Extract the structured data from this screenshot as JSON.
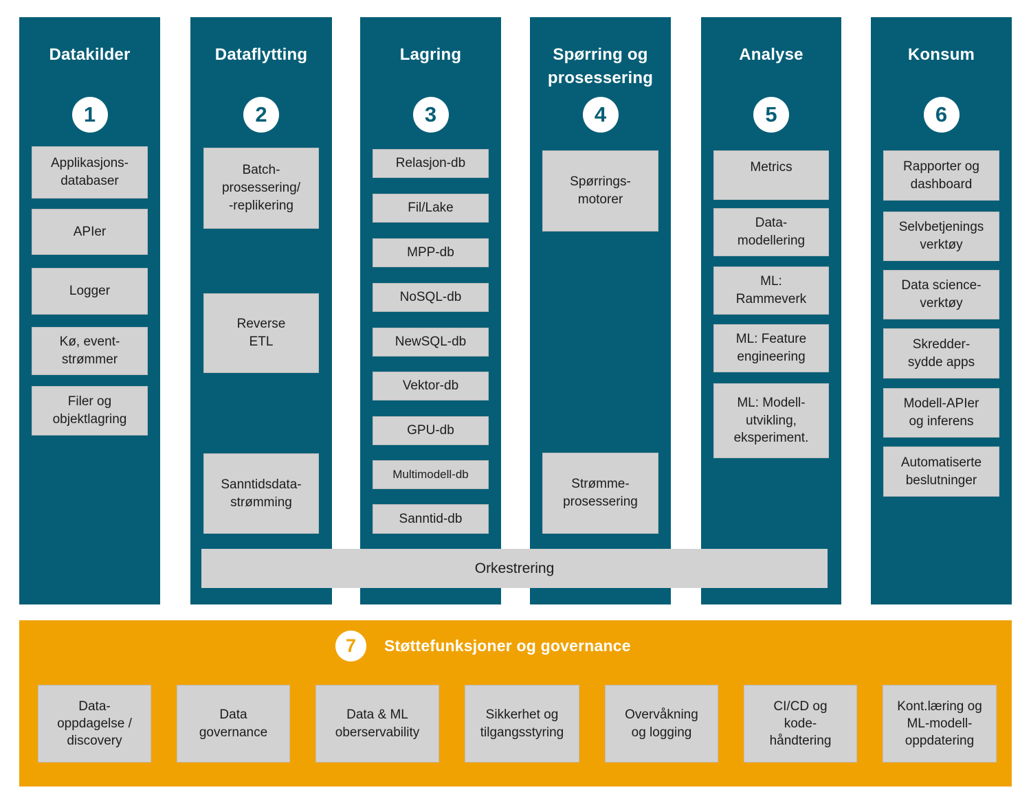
{
  "colors": {
    "teal": "#065e76",
    "orange": "#f0a202",
    "box_bg": "#d2d2d2",
    "box_text": "#1c1c1c"
  },
  "columns": [
    {
      "number": "1",
      "title": "Datakilder",
      "items": [
        "Applikasjons-\ndatabaser",
        "APIer",
        "Logger",
        "Kø, event-\nstrømmer",
        "Filer og\nobjektlagring"
      ]
    },
    {
      "number": "2",
      "title": "Dataflytting",
      "items": [
        "Batch-\nprosessering/\n-replikering",
        "Reverse\nETL",
        "Sanntidsdata-\nstrømming"
      ]
    },
    {
      "number": "3",
      "title": "Lagring",
      "items": [
        "Relasjon-db",
        "Fil/Lake",
        "MPP-db",
        "NoSQL-db",
        "NewSQL-db",
        "Vektor-db",
        "GPU-db",
        "Multimodell-db",
        "Sanntid-db"
      ]
    },
    {
      "number": "4",
      "title": "Spørring og\nprosessering",
      "items": [
        "Spørrings-\nmotorer",
        "Strømme-\nprosessering"
      ]
    },
    {
      "number": "5",
      "title": "Analyse",
      "items": [
        "Metrics",
        "Data-\nmodellering",
        "ML:\nRammeverk",
        "ML: Feature\nengineering",
        "ML: Modell-\nutvikling,\neksperiment."
      ]
    },
    {
      "number": "6",
      "title": "Konsum",
      "items": [
        "Rapporter og\ndashboard",
        "Selvbetjenings\nverktøy",
        "Data science-\nverktøy",
        "Skredder-\nsydde apps",
        "Modell-APIer\nog inferens",
        "Automatiserte\nbeslutninger"
      ]
    }
  ],
  "orchestration": {
    "label": "Orkestrering"
  },
  "governance": {
    "number": "7",
    "title": "Støttefunksjoner og governance",
    "items": [
      "Data-\noppdagelse /\ndiscovery",
      "Data\ngovernance",
      "Data & ML\noberservability",
      "Sikkerhet og\ntilgangsstyring",
      "Overvåkning\nog logging",
      "CI/CD og\nkode-\nhåndtering",
      "Kont.læring og\nML-modell-\noppdatering"
    ]
  }
}
